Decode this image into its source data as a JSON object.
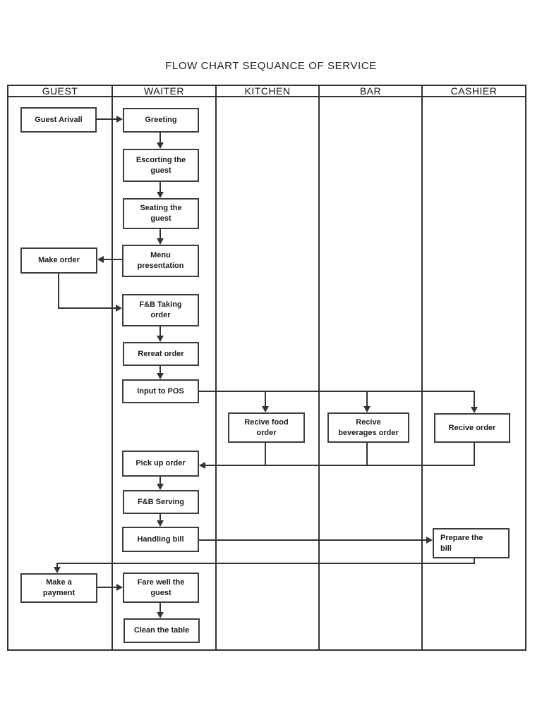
{
  "title": "FLOW CHART SEQUANCE OF SERVICE",
  "columns": [
    "GUEST",
    "WAITER",
    "KITCHEN",
    "BAR",
    "CASHIER"
  ],
  "nodes": {
    "guest_arrival": "Guest Arivall",
    "greeting": "Greeting",
    "escorting": "Escorting the\nguest",
    "seating": "Seating the\nguest",
    "menu_presentation": "Menu\npresentation",
    "make_order": "Make order",
    "fb_taking_order": "F&B Taking\norder",
    "repeat_order": "Rereat order",
    "input_to_pos": "Input to POS",
    "receive_food_order": "Recive food\norder",
    "receive_beverages_order": "Recive\nbeverages order",
    "receive_order": "Recive order",
    "pick_up_order": "Pick up order",
    "fb_serving": "F&B Serving",
    "handling_bill": "Handling bill",
    "prepare_bill": "Prepare the\nbill",
    "make_payment": "Make a\npayment",
    "farewell": "Fare well the\nguest",
    "clean_table": "Clean the table"
  },
  "colors": {
    "line": "#333333",
    "background": "#ffffff"
  }
}
